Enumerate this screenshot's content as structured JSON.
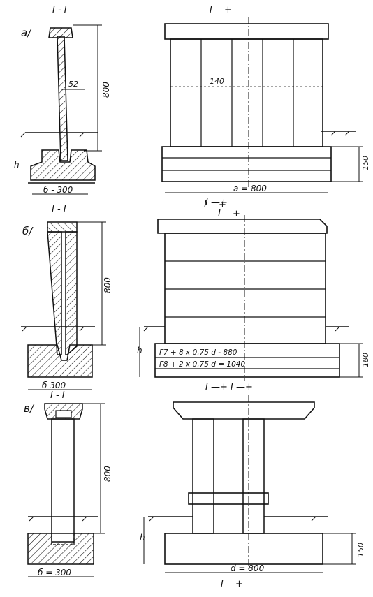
{
  "panels": [
    {
      "letter": "а/",
      "section_title": "I - I",
      "elevation_title": "I —+",
      "dim_height": "800",
      "dim_wall": "52",
      "dim_inner": "140",
      "dim_base_width": "б - 300",
      "dim_length": "a = 800",
      "dim_h": "h",
      "dim_footing": "150",
      "section_mark_below": "I —+"
    },
    {
      "letter": "б/",
      "section_title": "I - I",
      "elevation_title": "I —+",
      "dim_height": "800",
      "dim_base_width": "б 300",
      "dim_h": "h",
      "dim_footing": "180",
      "slab_note_1": "Г7 + 8 x 0,75  d - 880",
      "slab_note_2": "Г8 + 2 x 0,75  d = 1040",
      "section_mark_above": "I —+"
    },
    {
      "letter": "в/",
      "section_title": "I - I",
      "elevation_title": "I —+  I —+",
      "dim_height": "800",
      "dim_base_width": "б = 300",
      "dim_length": "d = 800",
      "dim_h": "h",
      "dim_footing": "150",
      "section_mark_below": "I —+"
    }
  ]
}
